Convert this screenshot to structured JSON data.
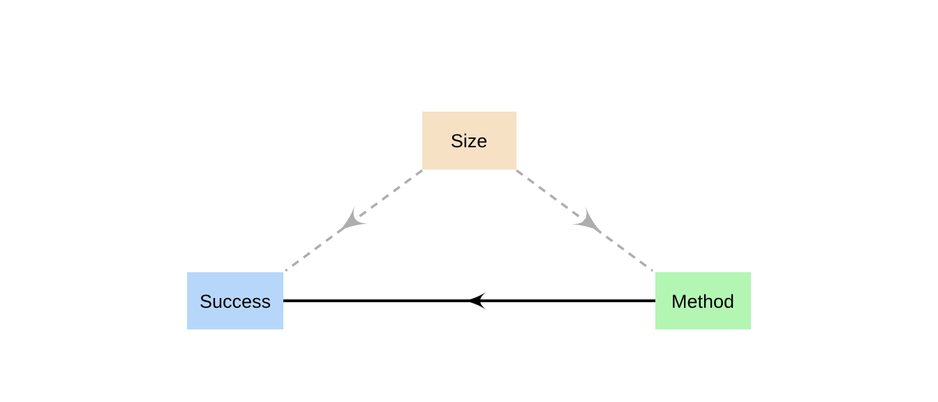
{
  "diagram": {
    "type": "causal-graph",
    "background": "#ffffff",
    "nodes": [
      {
        "id": "size",
        "label": "Size",
        "fill": "#f6e1c5",
        "text_color": "#000000"
      },
      {
        "id": "success",
        "label": "Success",
        "fill": "#b7d7fa",
        "text_color": "#000000"
      },
      {
        "id": "method",
        "label": "Method",
        "fill": "#b3f6b3",
        "text_color": "#000000"
      }
    ],
    "edges": [
      {
        "from": "size",
        "to": "success",
        "style": "dashed",
        "color": "#aeaeae"
      },
      {
        "from": "size",
        "to": "method",
        "style": "dashed",
        "color": "#aeaeae"
      },
      {
        "from": "method",
        "to": "success",
        "style": "solid",
        "color": "#000000"
      }
    ]
  }
}
